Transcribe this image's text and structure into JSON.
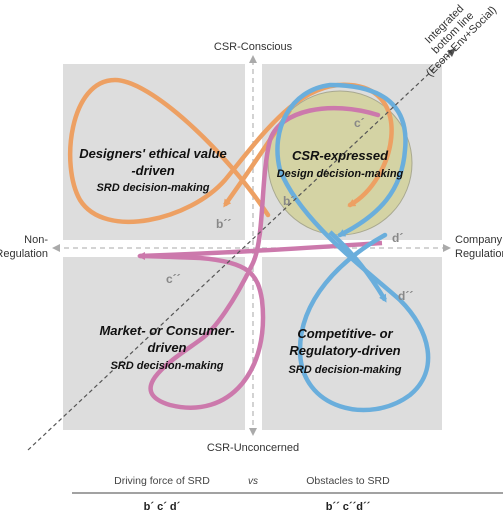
{
  "axes": {
    "top": "CSR-Conscious",
    "bottom": "CSR-Unconcerned",
    "left": [
      "Non-",
      "Regulation"
    ],
    "right": [
      "Company",
      "Regulation"
    ],
    "diagonal": [
      "Integrated",
      "bottom line",
      "(Econ+Env+Social)"
    ]
  },
  "quadrants": {
    "top_left": {
      "lines": [
        "Designers' ethical value",
        "-driven"
      ],
      "sub": "SRD decision-making"
    },
    "top_right": {
      "line": "CSR-expressed",
      "sub": "Design decision-making"
    },
    "bottom_left": {
      "lines": [
        "Market- or Consumer-",
        "driven"
      ],
      "sub": "SRD decision-making"
    },
    "bottom_right": {
      "lines": [
        "Competitive- or",
        "Regulatory-driven"
      ],
      "sub": "SRD decision-making"
    }
  },
  "markers": {
    "b1": "b´",
    "b2": "b´´",
    "c1": "c´",
    "c2": "c´´",
    "d1": "d´",
    "d2": "d´´"
  },
  "table": {
    "left_header": "Driving force of SRD",
    "vs": "vs",
    "right_header": "Obstacles to SRD",
    "left_value": "b´ c´ d´",
    "right_value": "b´´ c´´d´´"
  },
  "colors": {
    "quadrant_bg": "#dddddd",
    "center_circle": "#d4d3a4",
    "orange_loop": "#eda063",
    "pink_loop": "#cc79ac",
    "blue_loop": "#6aaedc"
  }
}
